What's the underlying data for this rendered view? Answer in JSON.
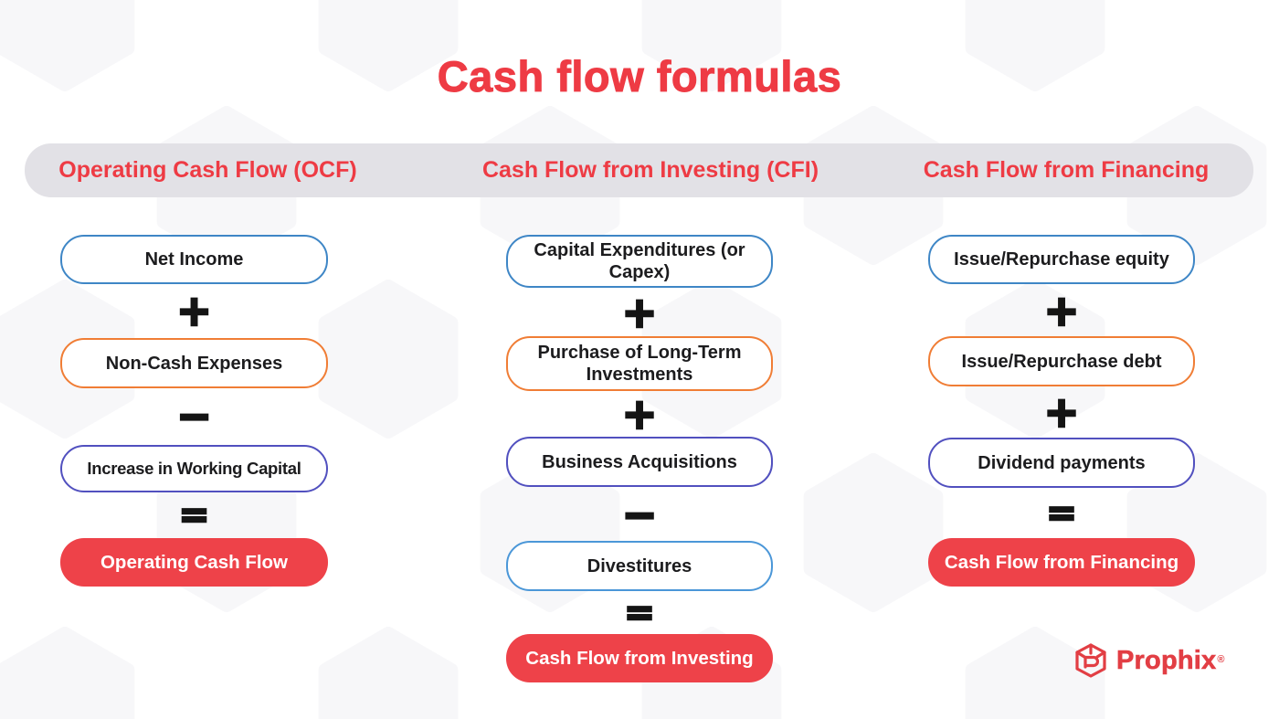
{
  "title": "Cash flow formulas",
  "columns": [
    {
      "header": "Operating Cash Flow (OCF)",
      "items": [
        {
          "type": "box",
          "label": "Net Income",
          "border": "blue"
        },
        {
          "type": "operator",
          "symbol": "+"
        },
        {
          "type": "box",
          "label": "Non-Cash Expenses",
          "border": "orange"
        },
        {
          "type": "operator",
          "symbol": "−"
        },
        {
          "type": "box",
          "label": "Increase in Working Capital",
          "border": "indigo"
        },
        {
          "type": "operator",
          "symbol": "="
        },
        {
          "type": "result",
          "label": "Operating Cash Flow"
        }
      ]
    },
    {
      "header": "Cash Flow from Investing (CFI)",
      "items": [
        {
          "type": "box",
          "label": "Capital Expenditures (or Capex)",
          "border": "blue"
        },
        {
          "type": "operator",
          "symbol": "+"
        },
        {
          "type": "box",
          "label": "Purchase of Long-Term Investments",
          "border": "orange"
        },
        {
          "type": "operator",
          "symbol": "+"
        },
        {
          "type": "box",
          "label": "Business Acquisitions",
          "border": "indigo"
        },
        {
          "type": "operator",
          "symbol": "−"
        },
        {
          "type": "box",
          "label": "Divestitures",
          "border": "lightblue"
        },
        {
          "type": "operator",
          "symbol": "="
        },
        {
          "type": "result",
          "label": "Cash Flow from Investing"
        }
      ]
    },
    {
      "header": "Cash Flow from Financing",
      "items": [
        {
          "type": "box",
          "label": "Issue/Repurchase equity",
          "border": "blue"
        },
        {
          "type": "operator",
          "symbol": "+"
        },
        {
          "type": "box",
          "label": "Issue/Repurchase debt",
          "border": "orange"
        },
        {
          "type": "operator",
          "symbol": "+"
        },
        {
          "type": "box",
          "label": "Dividend payments",
          "border": "indigo"
        },
        {
          "type": "operator",
          "symbol": "="
        },
        {
          "type": "result",
          "label": "Cash Flow from Financing"
        }
      ]
    }
  ],
  "logo": {
    "brand": "Prophix",
    "registered_mark": "®"
  },
  "colors": {
    "brand_red": "#ee3b44",
    "result_box_red": "#ee4249",
    "header_band_gray": "#e2e1e6",
    "box_border_blue": "#3e86c6",
    "box_border_orange": "#f07d35",
    "box_border_indigo": "#5150bf",
    "box_border_lightblue": "#4b97d8",
    "box_text": "#1c1c1e",
    "operator_black": "#141414",
    "hexagon_pattern": "#f7f7f9"
  }
}
